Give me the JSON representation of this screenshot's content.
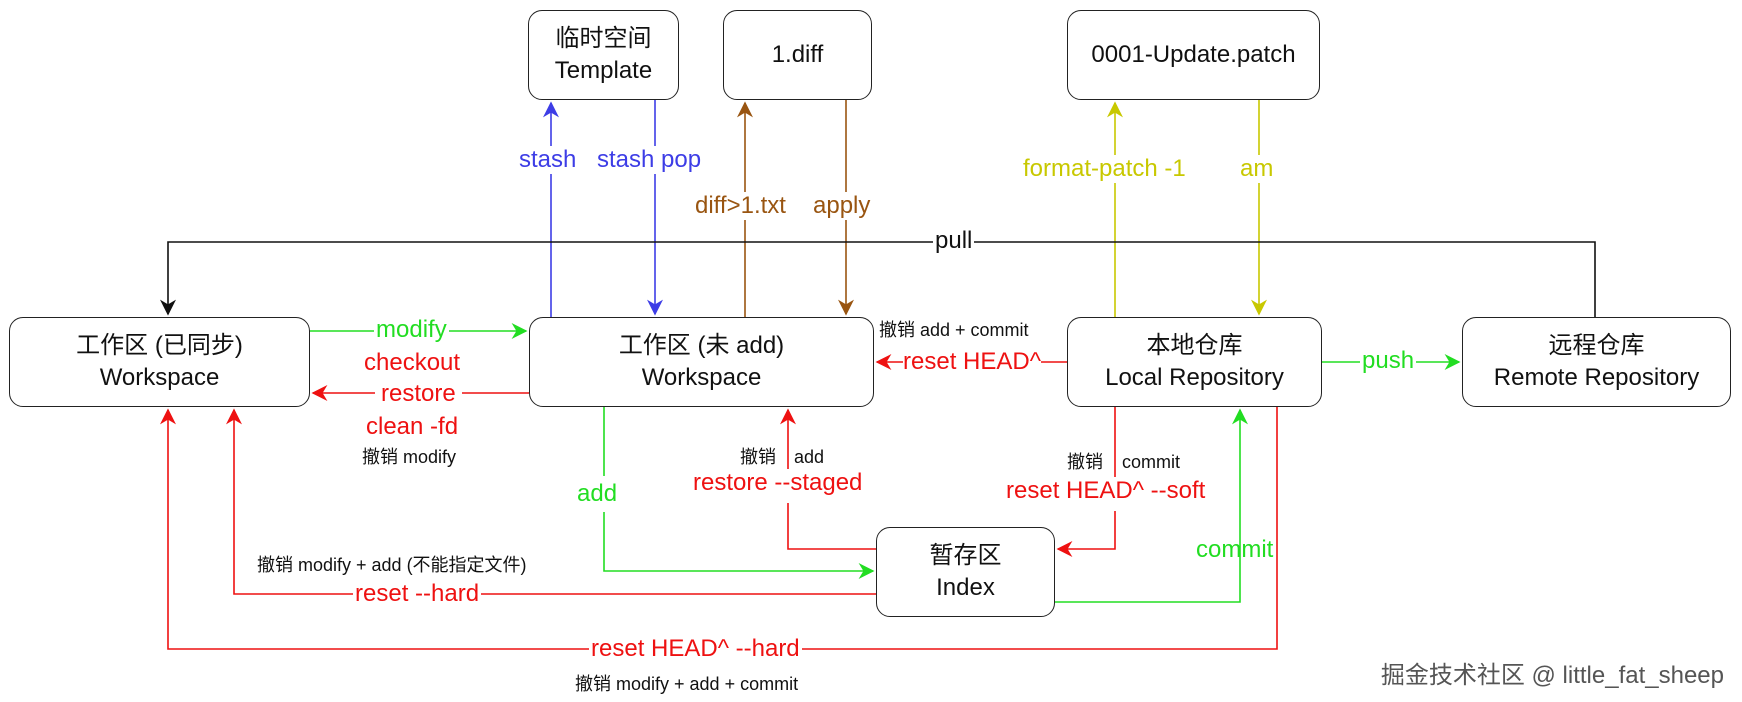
{
  "boxes": {
    "stash_space": {
      "line1": "临时空间",
      "line2": "Template"
    },
    "diff_file": {
      "line1": "1.diff"
    },
    "patch_file": {
      "line1": "0001-Update.patch"
    },
    "workspace_synced": {
      "line1": "工作区 (已同步)",
      "line2": "Workspace"
    },
    "workspace_unadded": {
      "line1": "工作区 (未 add)",
      "line2": "Workspace"
    },
    "local_repo": {
      "line1": "本地仓库",
      "line2": "Local Repository"
    },
    "remote_repo": {
      "line1": "远程仓库",
      "line2": "Remote Repository"
    },
    "index": {
      "line1": "暂存区",
      "line2": "Index"
    }
  },
  "commands": {
    "stash": "stash",
    "stash_pop": "stash pop",
    "diff_out": "diff>1.txt",
    "apply": "apply",
    "format_patch": "format-patch -1",
    "am": "am",
    "pull": "pull",
    "modify": "modify",
    "checkout": "checkout",
    "restore": "restore",
    "clean": "clean -fd",
    "reset_head": "reset HEAD^",
    "push": "push",
    "add": "add",
    "restore_staged": "restore --staged",
    "reset_soft": "reset HEAD^ --soft",
    "commit": "commit",
    "reset_hard": "reset --hard",
    "reset_head_hard": "reset HEAD^ --hard"
  },
  "notes": {
    "undo_modify": "撤销 modify",
    "undo_add_commit": "撤销  add + commit",
    "undo_add_a": "撤销",
    "undo_add_b": "add",
    "undo_commit_a": "撤销",
    "undo_commit_b": "commit",
    "undo_modify_add": "撤销 modify + add (不能指定文件)",
    "undo_all": "撤销 modify + add + commit"
  },
  "colors": {
    "stash": "#3d3de6",
    "diff": "#995511",
    "patch": "#c8c800",
    "forward": "#22dd22",
    "undo": "#ee1111",
    "pull": "#111111"
  },
  "watermark": "掘金技术社区 @ little_fat_sheep"
}
